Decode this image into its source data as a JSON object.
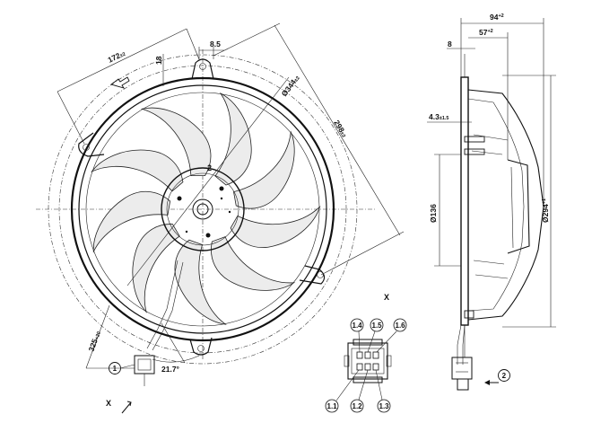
{
  "front_view": {
    "dim_width_flange": "8.5",
    "dim_lug": "18",
    "dim_chord": "172",
    "dim_chord_tol": "±2",
    "dim_bolt_circle": "Ø344",
    "dim_bolt_circle_tol": "±2",
    "dim_span": "298",
    "dim_span_tol": "±2",
    "dim_cable": "325",
    "dim_cable_tol": "+20",
    "dim_angle": "21.7°",
    "hub_mark": "2",
    "callout_1": "1",
    "view_marker": "X"
  },
  "side_view": {
    "dim_depth": "94",
    "dim_depth_tol": "+2",
    "dim_hub_depth": "57",
    "dim_hub_depth_tol": "+2",
    "dim_flange": "8",
    "dim_offset": "4.3",
    "dim_offset_tol": "±1.5",
    "dim_hub_dia": "Ø136",
    "dim_outer_dia": "Ø294",
    "dim_outer_dia_tol": "+1",
    "callout_2": "2"
  },
  "connector_view": {
    "title": "X",
    "pins_top": [
      "1.4",
      "1.5",
      "1.6"
    ],
    "pins_bottom": [
      "1.1",
      "1.2",
      "1.3"
    ]
  }
}
